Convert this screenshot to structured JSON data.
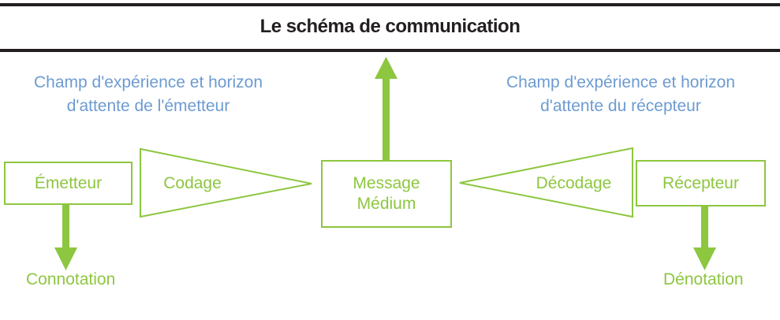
{
  "diagram": {
    "title": "Le schéma de communication",
    "context_labels": {
      "left": {
        "line1": "Champ d'expérience et horizon",
        "line2": "d'attente de l'émetteur"
      },
      "right": {
        "line1": "Champ d'expérience et horizon",
        "line2": "d'attente du récepteur"
      }
    },
    "nodes": {
      "emetteur": "Émetteur",
      "codage": "Codage",
      "message": {
        "line1": "Message",
        "line2": "Médium"
      },
      "decodage": "Décodage",
      "recepteur": "Récepteur"
    },
    "outcomes": {
      "connotation": "Connotation",
      "denotation": "Dénotation"
    },
    "colors": {
      "green": "#8DC63F",
      "blue": "#6D9BD1",
      "rule": "#231F20"
    }
  }
}
